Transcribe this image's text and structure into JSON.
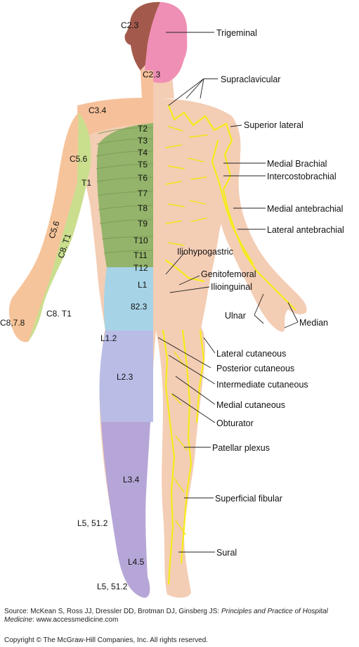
{
  "left_labels": [
    "C2.3",
    "C2.3",
    "C3.4",
    "C5.6",
    "T1",
    "C5.6",
    "C8. T1",
    "C8,7.8",
    "C8. T1",
    "T2",
    "T3",
    "T4",
    "T5",
    "T6",
    "T7",
    "T8",
    "T9",
    "T10",
    "T11",
    "T12",
    "L1",
    "82.3",
    "L1.2",
    "L2.3",
    "L3.4",
    "L5, 51.2",
    "L4.5",
    "L5, 51.2"
  ],
  "right_labels": [
    "Trigeminal",
    "Supraclavicular",
    "Superior lateral",
    "Medial Brachial",
    "Intercostobrachial",
    "Medial antebrachial",
    "Lateral antebrachial",
    "Iliohypogastric",
    "Genitofemoral",
    "Ilioinguinal",
    "Ulnar",
    "Median",
    "Lateral cutaneous",
    "Posterior cutaneous",
    "Intermediate cutaneous",
    "Medial cutaneous",
    "Obturator",
    "Patellar plexus",
    "Superficial fibular",
    "Sural"
  ],
  "caption": {
    "prefix": "Source: McKean S, Ross JJ, Dressler DD, Brotman DJ, Ginsberg JS: ",
    "book": "Principles and Practice of Hospital Medicine",
    "suffix": ": www.accessmedicine.com"
  },
  "copyright": "Copyright © The McGraw-Hill Companies, Inc. All rights reserved.",
  "colors": {
    "skin": "#f3cdb4",
    "face_zone": "#f08fb5",
    "hair": "#a35a4c",
    "shoulder_zone": "#f6c09a",
    "thorax_zone": "#93b46a",
    "arm_zone_lateral": "#f6c49a",
    "arm_zone_medial": "#c9df8e",
    "abdomen_lower_zone": "#a6d3e6",
    "thigh_zone": "#b9bde6",
    "leg_zone": "#b6a6d8",
    "nerve": "#f7ec1b"
  }
}
